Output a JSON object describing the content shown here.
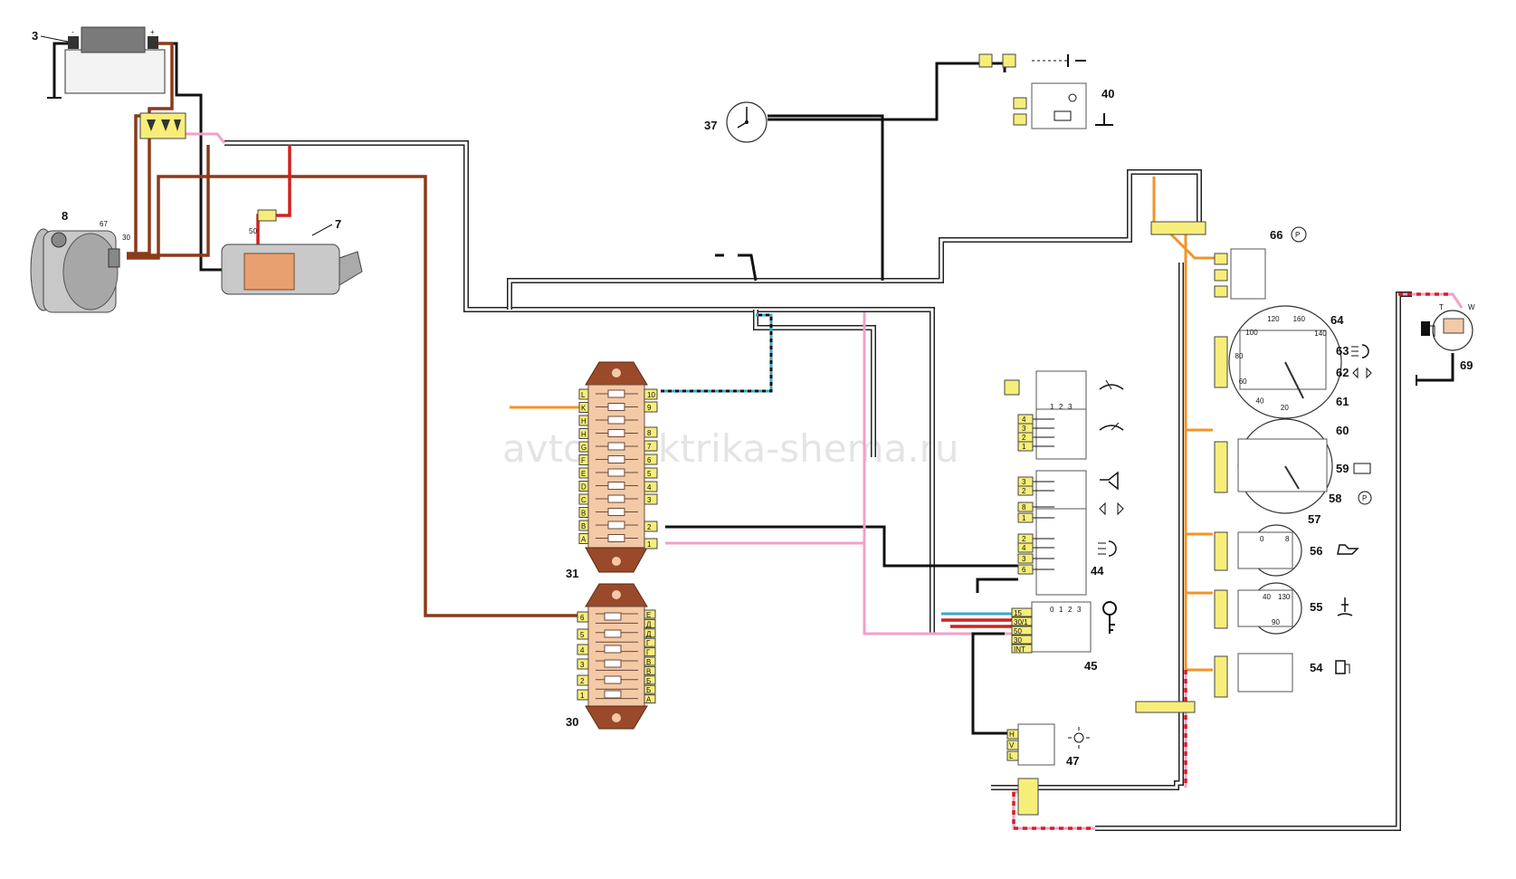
{
  "watermark": "avto-elektrika-shema.ru",
  "components": {
    "battery": "3",
    "alternator": "8",
    "starter": "7",
    "clock": "37",
    "clock_switch": "40",
    "fuse_block_upper": "31",
    "fuse_block_lower": "30",
    "wiper_lights_switch": "44",
    "ignition_switch": "45",
    "light_switch": "47",
    "fuel_gauge": "54",
    "temp_gauge": "55",
    "oil_gauge": "56",
    "lamp_57": "57",
    "parking_brake_lamp": "58",
    "charge_lamp": "59",
    "lamp_60": "60",
    "indicator_61": "61",
    "turn_lamp": "62",
    "high_beam_lamp": "63",
    "speedometer": "64",
    "parking_brake_switch": "66",
    "fuel_sender": "69"
  },
  "terminals": {
    "alt_67": "67",
    "alt_30": "30",
    "starter_50": "50",
    "sender_t": "T",
    "sender_w": "W"
  },
  "fuse_pins_31_right": [
    "10",
    "9",
    "8",
    "7",
    "6",
    "5",
    "4",
    "3",
    "2",
    "1"
  ],
  "fuse_pins_31_left": [
    "L",
    "K",
    "H",
    "H",
    "G",
    "F",
    "E",
    "D",
    "C",
    "B",
    "B",
    "A"
  ],
  "fuse_pins_30_right": [
    "E",
    "Д",
    "Д",
    "Г",
    "Г",
    "В",
    "В",
    "Б",
    "Б",
    "А"
  ],
  "fuse_pins_30_left": [
    "6",
    "5",
    "4",
    "3",
    "2",
    "1"
  ],
  "switch44_pins": [
    "4",
    "3",
    "2",
    "1",
    "3",
    "2",
    "8",
    "1",
    "2",
    "4",
    "3",
    "6"
  ],
  "switch44_positions": [
    "1",
    "2",
    "3"
  ],
  "ign_pins": [
    "15",
    "30/1",
    "50",
    "30",
    "INT"
  ],
  "ign_positions": [
    "0",
    "1",
    "2",
    "3"
  ],
  "light_pins": [
    "H",
    "V",
    "L"
  ],
  "gauge_scale": {
    "speedo": [
      "140",
      "160",
      "120",
      "100",
      "80",
      "60",
      "40",
      "20"
    ],
    "temp": [
      "40",
      "130",
      "90"
    ],
    "oil": [
      "0",
      "8"
    ]
  },
  "icons": {
    "battery": "battery-icon",
    "parking": "parking-brake-icon",
    "wiper": "wiper-icon",
    "washer": "washer-icon",
    "horn": "horn-icon",
    "turn": "turn-signal-icon",
    "beam": "headlight-icon",
    "key": "key-icon",
    "light": "light-icon",
    "oil": "oil-can-icon",
    "temp": "coolant-temp-icon",
    "fuel": "fuel-pump-icon"
  },
  "colors": {
    "black": "#111111",
    "brown": "#8b3a1a",
    "red": "#d22020",
    "orange": "#f0952a",
    "pink": "#f2a0c8",
    "blue": "#3aa8c8",
    "connector": "#f7ee7a",
    "fuse": "#f4c9a6"
  }
}
